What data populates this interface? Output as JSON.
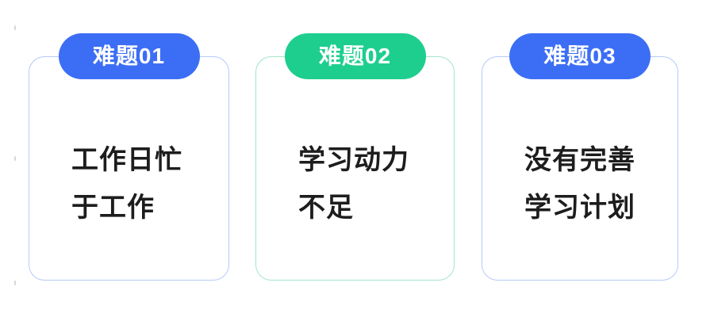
{
  "page": {
    "background": "#ffffff",
    "text_color": "#1d1d1d"
  },
  "cards": [
    {
      "badge_label": "难题01",
      "badge_color": "#3c6ef5",
      "border_color": "#b5c9f8",
      "lines": [
        "工作日忙",
        "于工作"
      ]
    },
    {
      "badge_label": "难题02",
      "badge_color": "#1ece8f",
      "border_color": "#a3e5c8",
      "lines": [
        "学习动力",
        "不足"
      ]
    },
    {
      "badge_label": "难题03",
      "badge_color": "#3c6ef5",
      "border_color": "#b5c9f8",
      "lines": [
        "没有完善",
        "学习计划"
      ]
    }
  ]
}
